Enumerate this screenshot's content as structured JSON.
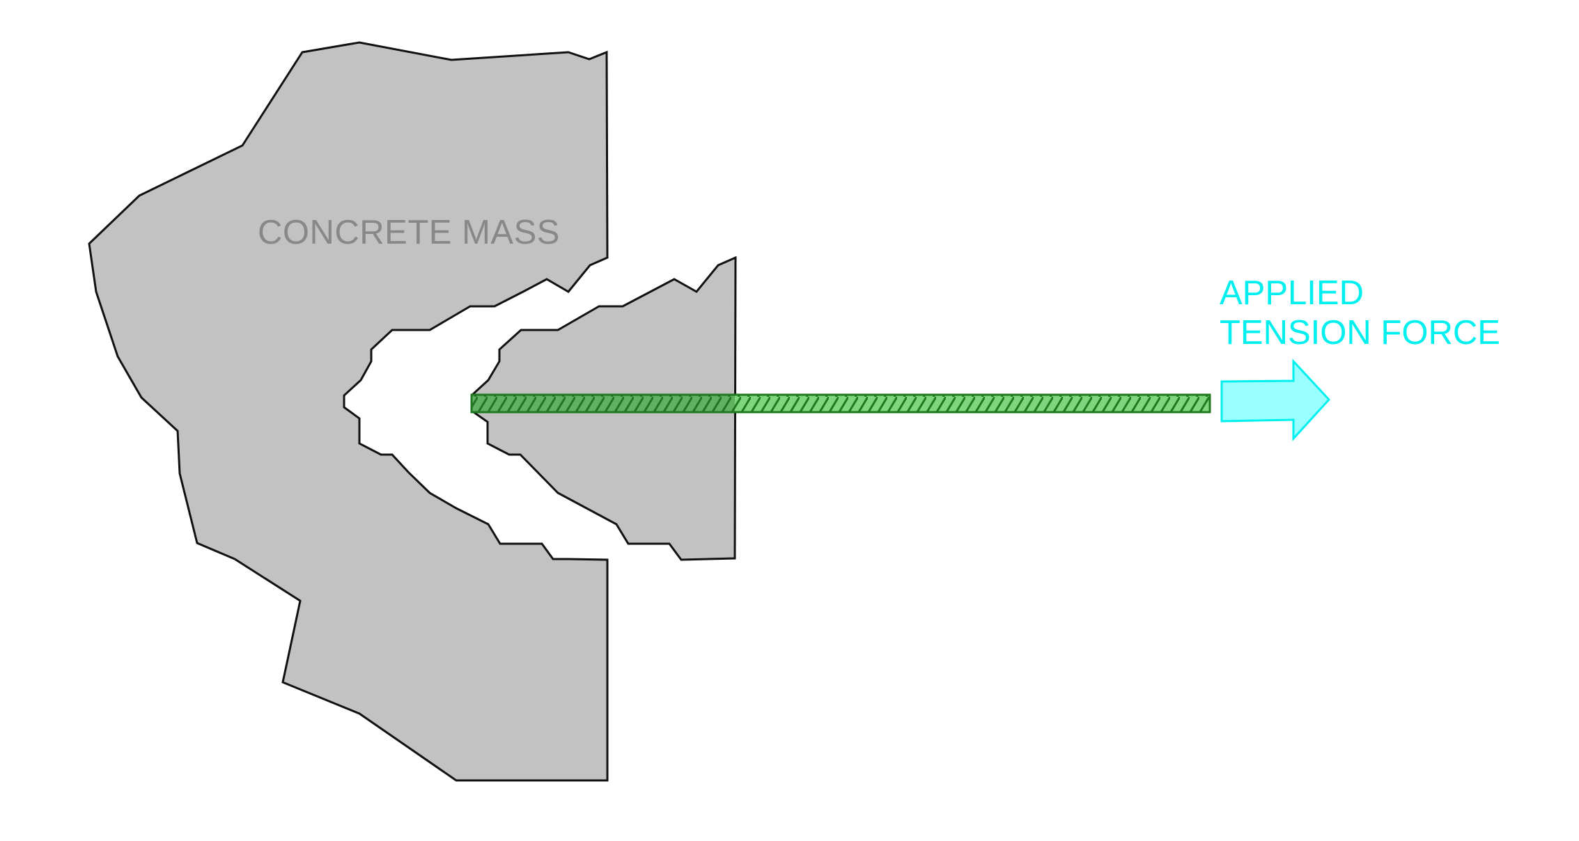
{
  "diagram": {
    "labels": {
      "concrete": "CONCRETE MASS",
      "force_line1": "APPLIED",
      "force_line2": "TENSION FORCE"
    },
    "colors": {
      "concrete_fill": "#c2c2c2",
      "outline": "#111111",
      "bar_fill": "#7fd67f",
      "bar_hatch": "#1f7a1f",
      "arrow_fill": "#99ffff",
      "arrow_stroke": "#00f0f0",
      "concrete_label": "#888888"
    }
  }
}
